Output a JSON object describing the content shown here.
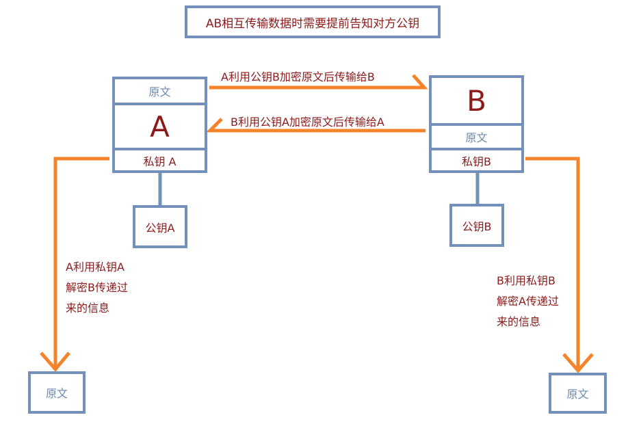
{
  "title": "AB相互传输数据时需要提前告知对方公钥",
  "node_a": {
    "plain": "原文",
    "name": "A",
    "private_key": "私钥 A",
    "public_key": "公钥A"
  },
  "node_b": {
    "name": "B",
    "plain": "原文",
    "private_key": "私钥B",
    "public_key": "公钥B"
  },
  "arrow_a_to_b": "A利用公钥B加密原文后传输给B",
  "arrow_b_to_a": "B利用公钥A加密原文后传输给A",
  "note_a": [
    "A利用私钥A",
    "解密B传递过",
    "来的信息"
  ],
  "note_b": [
    "B利用私钥B",
    "解密A传递过",
    "来的信息"
  ],
  "result_a": "原文",
  "result_b": "原文",
  "colors": {
    "box_border": "#7390ba",
    "arrow": "#f5832a",
    "text": "#8b1a1a"
  }
}
